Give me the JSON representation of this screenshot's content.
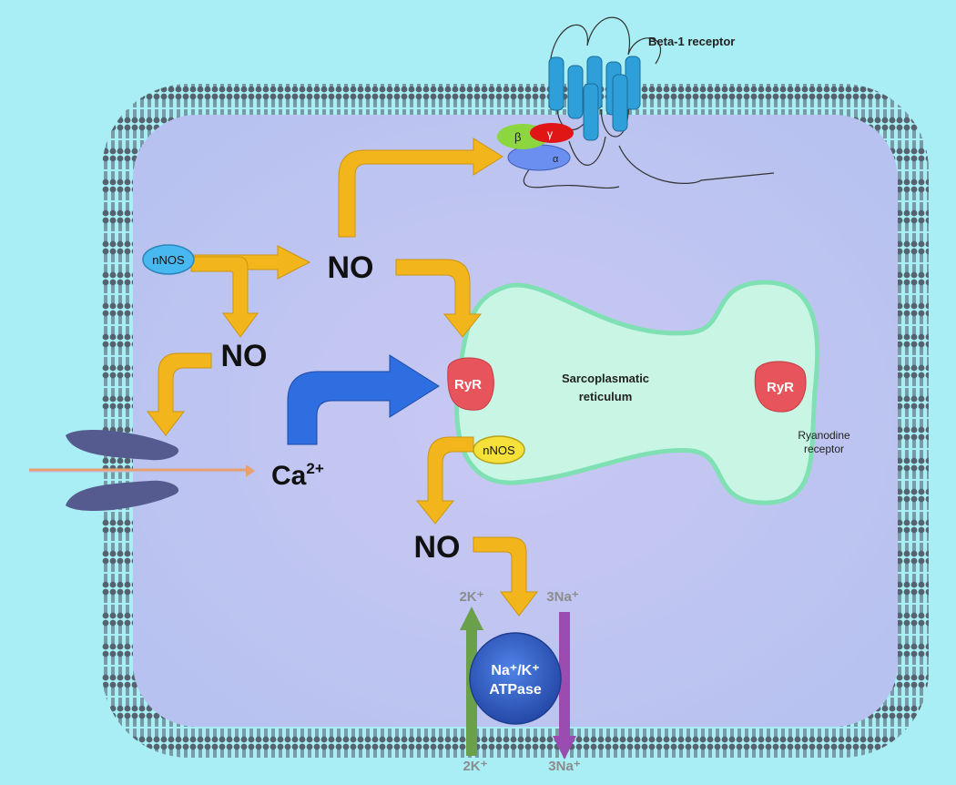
{
  "labels": {
    "beta1_receptor": "Beta-1 receptor",
    "beta": "β",
    "gamma": "γ",
    "alpha": "α",
    "nnos_left": "nNOS",
    "nnos_sr": "nNOS",
    "no_top": "NO",
    "no_left": "NO",
    "no_bottom": "NO",
    "ryr_left": "RyR",
    "ryr_right": "RyR",
    "sr_line1": "Sarcoplasmatic",
    "sr_line2": "reticulum",
    "ryanodine_line1": "Ryanodine",
    "ryanodine_line2": "receptor",
    "ca_base": "Ca",
    "ca_sup": "2+",
    "atpase_line1": "Na⁺/K⁺",
    "atpase_line2": "ATPase",
    "k_top": "2K⁺",
    "na_top": "3Na⁺",
    "k_bottom": "2K⁺",
    "na_bottom": "3Na⁺"
  },
  "colors": {
    "background": "#a9eef5",
    "cytoplasm": "#c7caf2",
    "membrane": "#5c6b78",
    "arrow_no": "#f2b61c",
    "arrow_ca": "#2f6ee0",
    "sr": "#c8f5e4",
    "ryr": "#e8545c",
    "nnos_left": "#47b8f0",
    "nnos_sr": "#f5e13a",
    "atpase": "#2f5fc8",
    "k_arrow": "#6aa04a",
    "na_arrow": "#9a4cb0",
    "channel": "#555a8f",
    "receptor": "#2e9fd8"
  }
}
